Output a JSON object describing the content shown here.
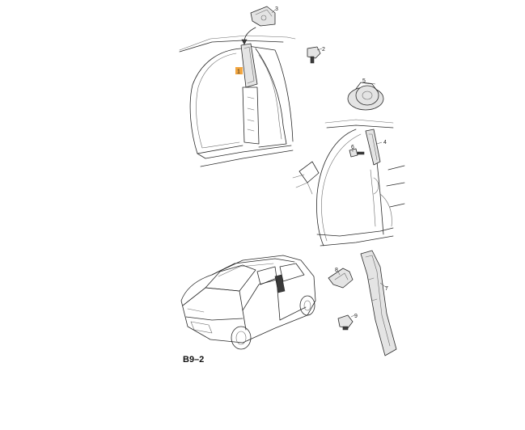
{
  "diagram": {
    "code": "B9–2",
    "highlight_color": "#f2a640",
    "callouts": [
      {
        "id": "c1",
        "label": "1"
      },
      {
        "id": "c2",
        "label": "2"
      },
      {
        "id": "c3",
        "label": "3"
      },
      {
        "id": "c4",
        "label": "4"
      },
      {
        "id": "c5",
        "label": "5"
      },
      {
        "id": "c6",
        "label": "6"
      },
      {
        "id": "c7",
        "label": "7"
      },
      {
        "id": "c8",
        "label": "8"
      },
      {
        "id": "c9",
        "label": "9"
      }
    ]
  }
}
